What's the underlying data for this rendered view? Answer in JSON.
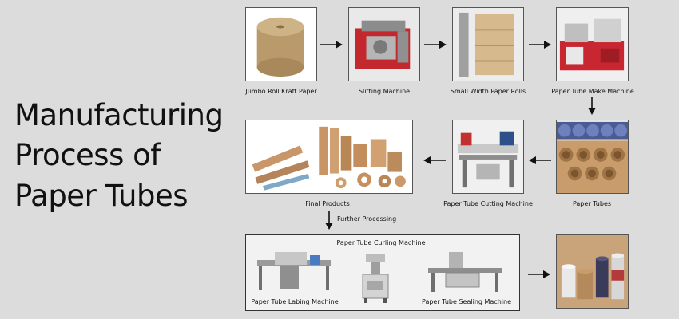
{
  "title_lines": [
    "Manufacturing",
    "Process of",
    "Paper Tubes"
  ],
  "steps": {
    "jumbo_roll": "Jumbo Roll Kraft Paper",
    "slitting": "Slitting Machine",
    "small_rolls": "Small Width Paper Rolls",
    "tube_make": "Paper Tube Make Machine",
    "paper_tubes": "Paper Tubes",
    "cutting": "Paper Tube Cutting Machine",
    "final_products": "Final Products",
    "further_processing": "Further Processing",
    "curling": "Paper Tube Curling Machine",
    "labeling": "Paper Tube Labing Machine",
    "sealing": "Paper Tube Sealing Machine"
  }
}
